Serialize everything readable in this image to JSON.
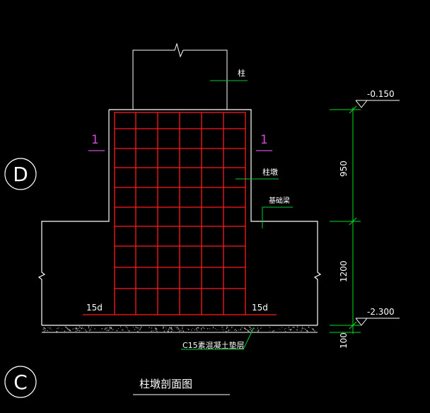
{
  "colors": {
    "background": "#000000",
    "outline": "#ffffff",
    "rebar": "#ff1a1a",
    "leader": "#00cc33",
    "section_mark": "#d24cd2",
    "dimension": "#00dd22",
    "label": "#ffffff"
  },
  "labels": {
    "column": "柱",
    "column_pier": "柱墩",
    "foundation_beam": "基础梁",
    "bedding": "C15素混凝土垫层",
    "hook_left": "15d",
    "hook_right": "15d",
    "title": "柱墩剖面图"
  },
  "section_marks": {
    "left": "1",
    "right": "1"
  },
  "axes": {
    "upper": "D",
    "lower": "C"
  },
  "elevations": {
    "top": "-0.150",
    "bottom": "-2.300"
  },
  "dimensions": {
    "upper": "950",
    "middle": "1200",
    "lower": "100"
  }
}
